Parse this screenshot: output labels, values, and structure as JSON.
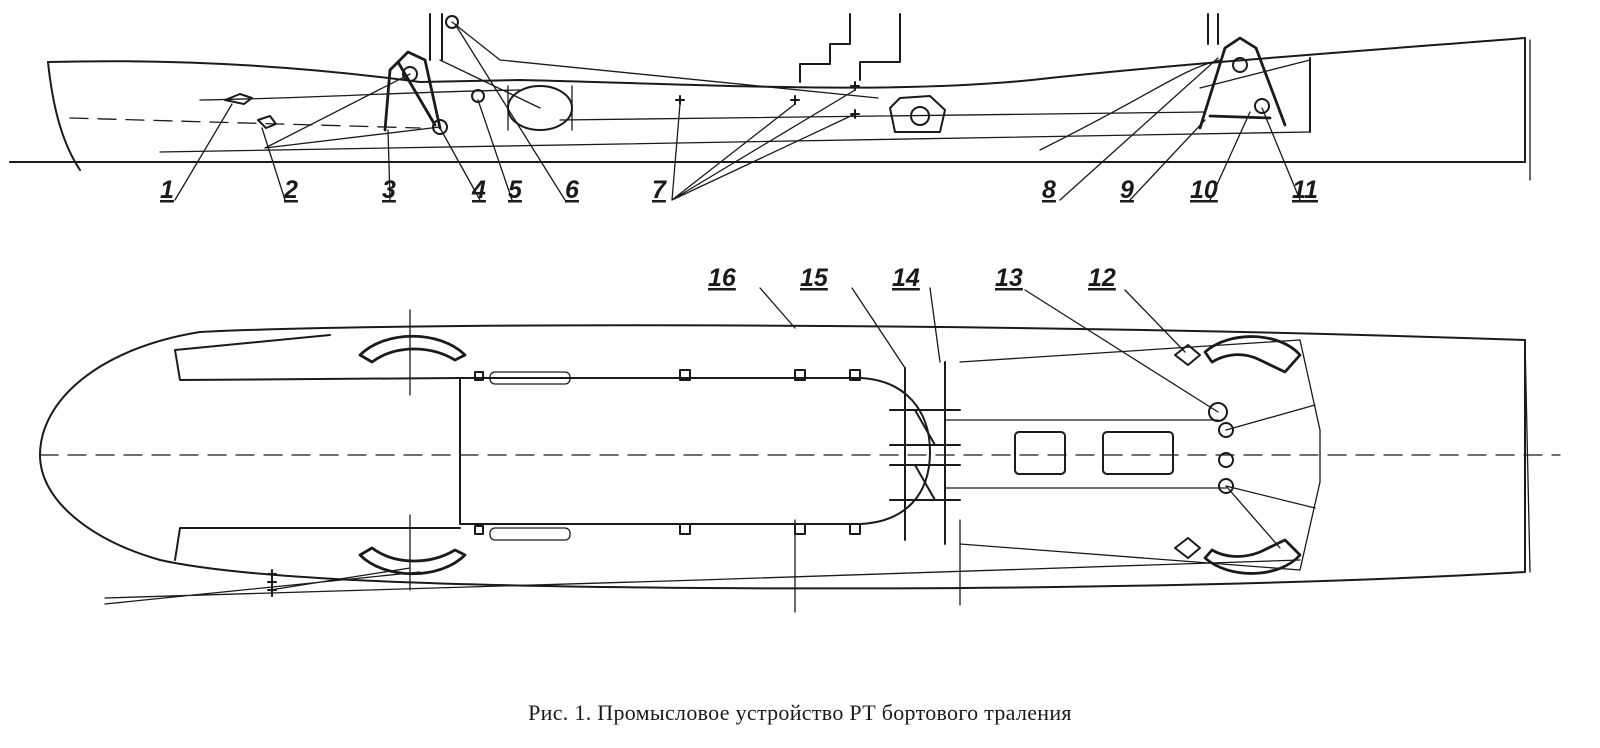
{
  "caption": "Рис. 1. Промысловое устройство РТ бортового траления",
  "side_view": {
    "labels": [
      "1",
      "2",
      "3",
      "4",
      "5",
      "6",
      "7",
      "8",
      "9",
      "10",
      "11"
    ]
  },
  "plan_view": {
    "labels": [
      "16",
      "15",
      "14",
      "13",
      "12"
    ]
  }
}
